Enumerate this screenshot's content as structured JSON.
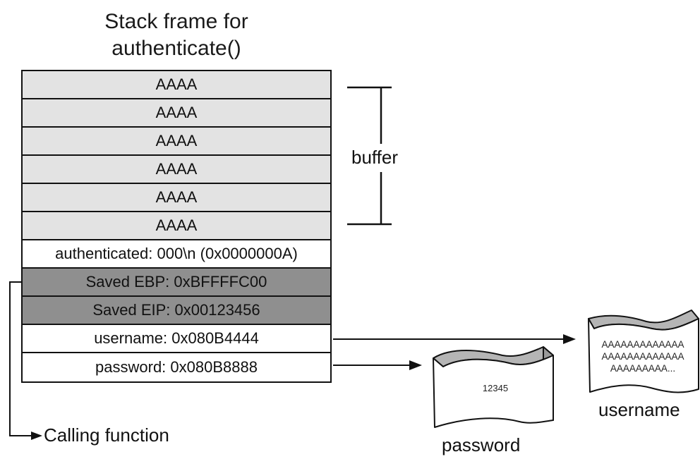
{
  "title_line1": "Stack frame for",
  "title_line2": "authenticate()",
  "rows": [
    {
      "text": "AAAA",
      "style": "buffer"
    },
    {
      "text": "AAAA",
      "style": "buffer"
    },
    {
      "text": "AAAA",
      "style": "buffer"
    },
    {
      "text": "AAAA",
      "style": "buffer"
    },
    {
      "text": "AAAA",
      "style": "buffer"
    },
    {
      "text": "AAAA",
      "style": "buffer"
    },
    {
      "text": "authenticated: 000\\n (0x0000000A)",
      "style": "plain"
    },
    {
      "text": "Saved EBP: 0xBFFFFC00",
      "style": "dark"
    },
    {
      "text": "Saved EIP: 0x00123456",
      "style": "dark"
    },
    {
      "text": "username: 0x080B4444",
      "style": "plain"
    },
    {
      "text": "password: 0x080B8888",
      "style": "plain"
    }
  ],
  "buffer_label": "buffer",
  "calling_function_label": "Calling function",
  "password_label": "password",
  "password_contents": "12345",
  "username_label": "username",
  "username_contents": [
    "AAAAAAAAAAAAA",
    "AAAAAAAAAAAAA",
    "AAAAAAAAA..."
  ],
  "colors": {
    "buffer_fill": "#e3e3e3",
    "saved_fill": "#8f8f8f",
    "fold_fill": "#b5b5b5",
    "line": "#111111"
  }
}
